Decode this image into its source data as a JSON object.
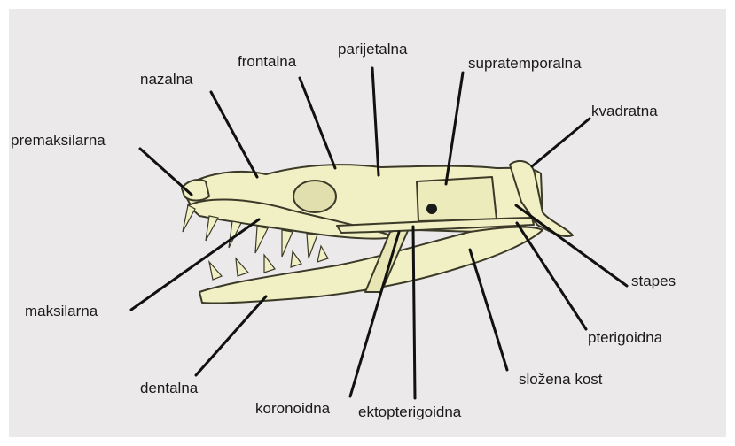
{
  "diagram": {
    "colors": {
      "background": "#ece9ea",
      "bone": "#f1efc4",
      "outline": "#3b3a28",
      "leader": "#111111"
    },
    "labels": {
      "nazalna": "nazalna",
      "frontalna": "frontalna",
      "parijetalna": "parijetalna",
      "supratemporalna": "supratemporalna",
      "kvadratna": "kvadratna",
      "premaksilarna": "premaksilarna",
      "maksilarna": "maksilarna",
      "dentalna": "dentalna",
      "koronoidna": "koronoidna",
      "ektopterigoidna": "ektopterigoidna",
      "slozena_kost": "složena kost",
      "pterigoidna": "pterigoidna",
      "stapes": "stapes"
    }
  }
}
